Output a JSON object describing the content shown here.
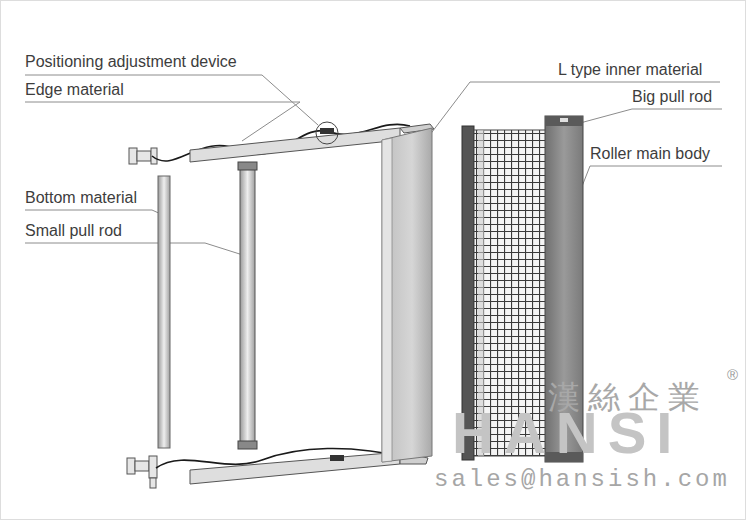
{
  "diagram": {
    "labels": [
      "Positioning adjustment device",
      "L type inner material",
      "Edge material",
      "Big pull rod",
      "Roller main body",
      "Bottom material",
      "Small pull rod",
      "®",
      "漢絲企業",
      "HANSI",
      "sales@hansish.com"
    ]
  }
}
